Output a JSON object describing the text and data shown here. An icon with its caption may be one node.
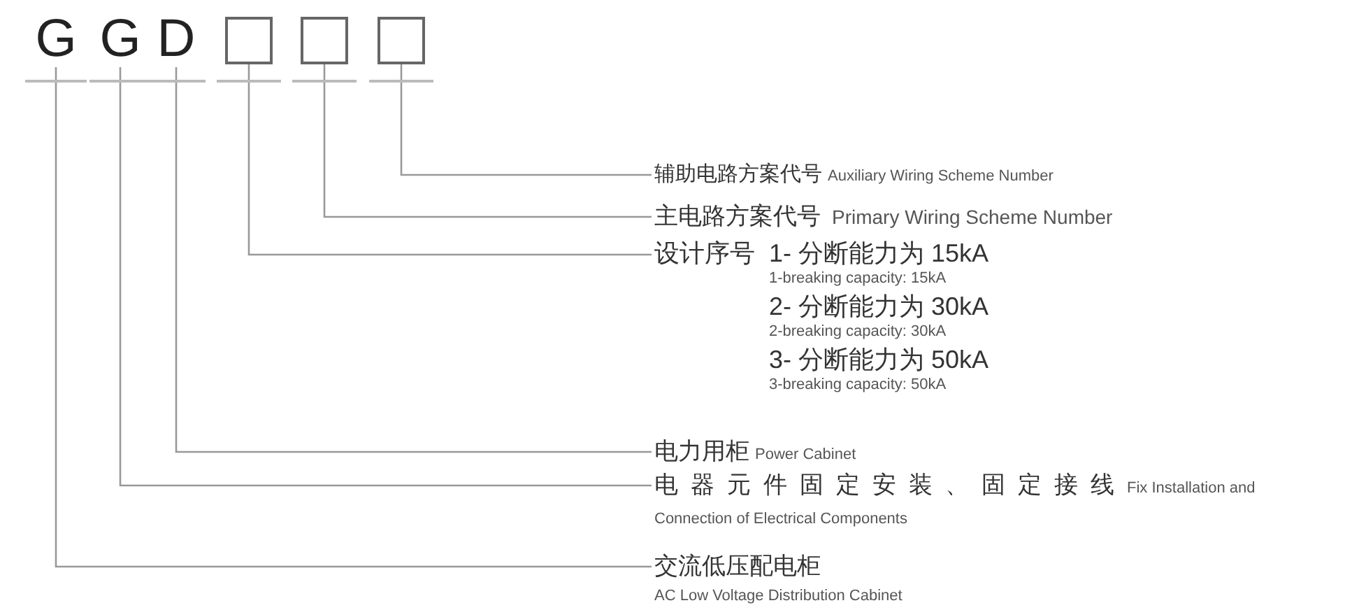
{
  "diagram": {
    "nodes": [
      {
        "text": [
          "G"
        ]
      },
      {
        "text": [
          "G"
        ]
      },
      {
        "text": [
          "D"
        ]
      },
      {
        "text": [],
        "shape": "box"
      },
      {
        "text": [],
        "shape": "box"
      },
      {
        "text": [],
        "shape": "box"
      },
      {
        "text": [
          "辅助电路方案代号",
          "Auxiliary Wiring Scheme Number"
        ]
      },
      {
        "text": [
          "主电路方案代号",
          "Primary Wiring Scheme Number"
        ]
      },
      {
        "text": [
          "设计序号",
          "1- 分断能力为 15kA",
          "1-breaking capacity: 15kA",
          "2- 分断能力为 30kA",
          "2-breaking capacity: 30kA",
          "3- 分断能力为 50kA",
          "3-breaking capacity: 50kA"
        ]
      },
      {
        "text": [
          "电力用柜",
          "Power Cabinet"
        ]
      },
      {
        "text": [
          "电器元件固定安装、固定接线",
          "Fix Installation and Connection of Electrical Components"
        ]
      },
      {
        "text": [
          "交流低压配电柜",
          "AC Low Voltage Distribution Cabinet"
        ]
      }
    ],
    "edges": [
      {
        "from": 5,
        "to": 6,
        "arrow": "none"
      },
      {
        "from": 4,
        "to": 7,
        "arrow": "none"
      },
      {
        "from": 3,
        "to": 8,
        "arrow": "none"
      },
      {
        "from": 2,
        "to": 9,
        "arrow": "none"
      },
      {
        "from": 1,
        "to": 10,
        "arrow": "none"
      },
      {
        "from": 0,
        "to": 11,
        "arrow": "none"
      }
    ]
  }
}
